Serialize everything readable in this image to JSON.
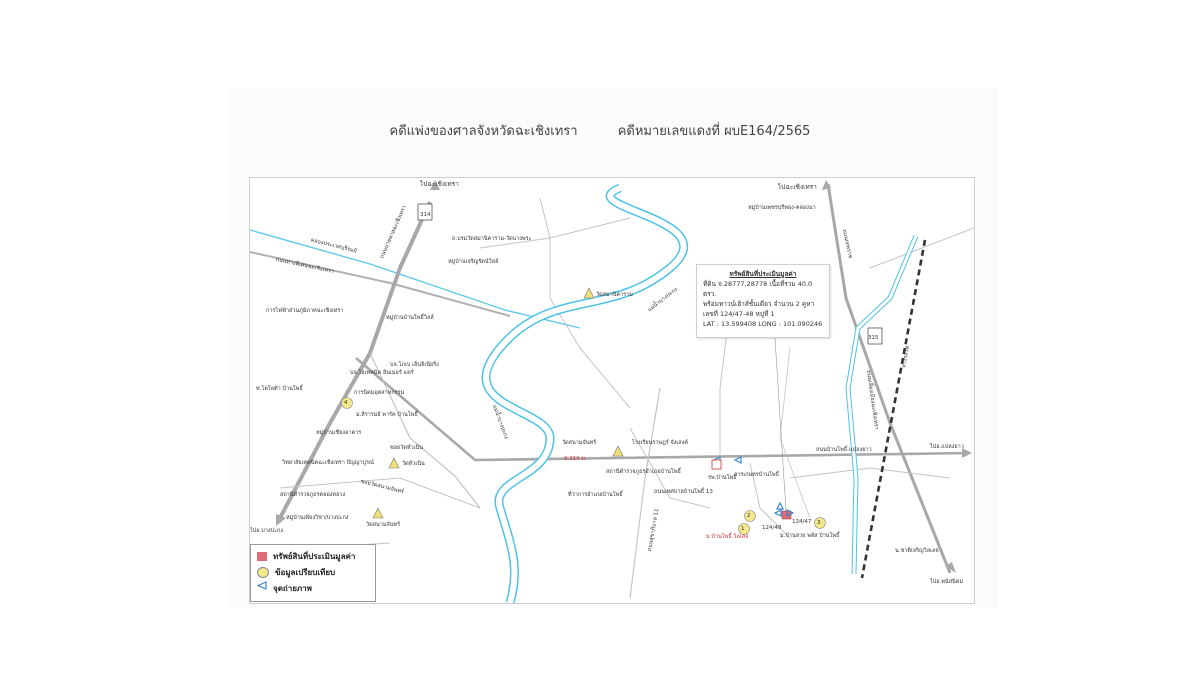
{
  "header": {
    "court": "คดีแพ่งของศาลจังหวัดฉะเชิงเทรา",
    "case": "คดีหมายเลขแดงที่ ผบE164/2565"
  },
  "callout": {
    "title": "ทรัพย์สินที่ประเมินมูลค่า",
    "line1": "ที่ดิน จ.28777,28778 เนื้อที่รวม 40.0 ตรว.",
    "line2": "พร้อมทาวน์เฮ้าส์ชั้นเดียว จำนวน 2 คูหา",
    "line3": "เลขที่ 124/47-48 หมู่ที่ 1",
    "line4": "LAT : 13.599408  LONG : 101.090246"
  },
  "legend": {
    "subject": "ทรัพย์สินที่ประเมินมูลค่า",
    "comparable": "ข้อมูลเปรียบเทียบ",
    "photo": "จุดถ่ายภาพ"
  },
  "colors": {
    "road": "#b0b0b0",
    "road_main": "#a8a8a8",
    "river": "#4fc3e6",
    "canal": "#62c9e6",
    "subject": "#e06a78",
    "comparable": "#f3e98a",
    "photo": "#3a86c8",
    "rail": "#333333",
    "dist_label": "#d0303a"
  },
  "labels": {
    "to_chachoengsao_left": "ไปฉะเชิงเทรา",
    "route_314": "314",
    "route_315": "315",
    "to_chachoengsao_right": "ไปฉะเชิงเทรา",
    "canal_name": "คลองประเวศบุรีรมย์",
    "road_left_diag": "ถนนบายพาสฉะเชิงเทรา",
    "road_top_left": "ถนนทางพิเศษฉะเชิงเทรา",
    "wat_road": "ถ.บรมวัดสมานิคาราม-วัดบางพระ",
    "village_charoen": "หมู่บ้านเจริญรัตน์วิลล์",
    "pea": "การไฟฟ้าส่วนภูมิภาคฉะเชิงเทรา",
    "village_banpho_ville": "หมู่บ้านบ้านโพธิ์วิลล์",
    "wat_samanikaram": "วัดสมานิคาราม",
    "village_phetchaburi": "หมู่บ้านเพชรบุรีทอง-คลองนา",
    "road_right_vertical": "ถนนเทพราช",
    "river_label_top": "แม่น้ำบางปะกง",
    "river_label_left": "แม่น้ำบางปะกง",
    "factory_green": "บจ.โภเบ เอ็นจิเนียริ่ง",
    "factory_hitec": "บจ.ไฮเทคนิค อินเมอร์ แคร์",
    "toyota": "ท.โตโยต้า บ้านโพธิ์",
    "industry_office": "การนิคมอุตสาหกรรม",
    "sirarom": "ม.สิรารมย์ พาร์ค บ้านโพธิ์",
    "village_chaem": "หมู่บ้านเชียงอาคาร",
    "soi_wat": "ซอยวัดหัวเนิน",
    "wat_huanoen": "วัดหัวเนิน",
    "school": "วิทยาลัยเทคนิคฉะเชิงเทรา ปัญญาบูรณ์",
    "soi_sanam": "ซอยวัดสนามจันทร์",
    "police_khlong": "สถานีตำรวจภูธรคลองหลวง",
    "village_khlong": "หมู่บ้านเพียงวิชา/บางปะกง",
    "wat_sanam": "วัดสนามจันทร์",
    "to_bangpakong": "ไปอ.บางปะกง",
    "wat_sanam_chan": "วัดสนามจันทร์",
    "school_ban_pho": "โรงเรียนราษฎร์ จังเสงค์",
    "police_banpho": "สถานีตำรวจภูธรอำเภอบ้านโพธิ์",
    "district_office": "ที่ว่าการอำเภอบ้านโพธิ์",
    "road_cross": "ถนนเทศบาลบ้านโพธิ์ 13",
    "distance": "9.310 ม.",
    "hospital": "รพ.บ้านโพธิ์",
    "agri": "การเกษตรบ้านโพธิ์",
    "road_main_east": "ถนนบ้านโพธิ์-แปลงยาว",
    "to_plaengyao": "ไปอ.แปลงยาว",
    "road_vertical_mid": "ถนนสุขาภิบาล 11",
    "comp1_label": "ม.บ้านโพธิ์ วิลเลจ",
    "comp3_label": "ม.บ้านสวย พลัส บ้านโพธิ์",
    "house_no": "124/48",
    "house_no2": "124/47",
    "temple_bottom_right": "น.ชาติเจริญวิลเลจ",
    "to_phanom": "ไปอ.พนัสนิคม",
    "rail_label": "ทางรถไฟ",
    "road_right_diag": "ถนนเลี่ยงเมืองฉะเชิงเทรา"
  },
  "markers": {
    "comp1": "1",
    "comp2": "2",
    "comp3": "3",
    "comp4": "4"
  }
}
